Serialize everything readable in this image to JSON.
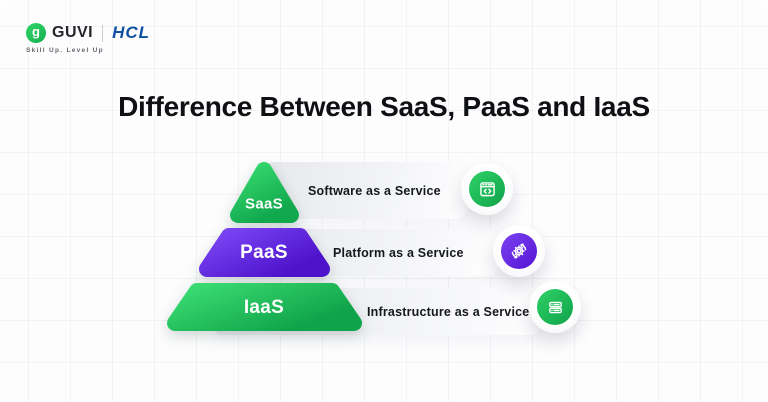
{
  "header": {
    "brand": "GUVI",
    "brand_glyph": "g",
    "partner": "HCL",
    "tagline": "Skill Up. Level Up"
  },
  "title": "Difference Between SaaS, PaaS and IaaS",
  "pyramid": {
    "layers": [
      {
        "abbr": "SaaS",
        "label": "Software as a Service",
        "icon": "browser-code-icon"
      },
      {
        "abbr": "PaaS",
        "label": "Platform as a Service",
        "icon": "gear-cycle-icon"
      },
      {
        "abbr": "IaaS",
        "label": "Infrastructure as a Service",
        "icon": "server-stack-icon"
      }
    ]
  },
  "colors": {
    "layer_green_light": "#36d96e",
    "layer_green_dark": "#12a94e",
    "layer_purple_light": "#7c46f5",
    "layer_purple_dark": "#4d13cb",
    "guvi_green": "#21c35b",
    "hcl_blue": "#0e4fa3",
    "title_text": "#0e1013",
    "row_text": "#15181d"
  }
}
